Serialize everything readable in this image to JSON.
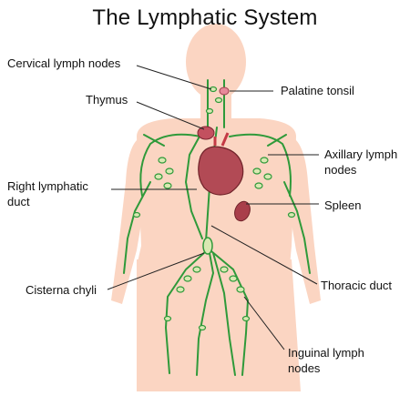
{
  "title": "The Lymphatic System",
  "colors": {
    "skin": "#fbd5c2",
    "lymph": "#2f9a3a",
    "node": "#d9e8b2",
    "heart": "#b24a55",
    "leader": "#222222"
  },
  "labels": {
    "cervical": "Cervical lymph nodes",
    "thymus": "Thymus",
    "palatine": "Palatine tonsil",
    "axillary_1": "Axillary lymph",
    "axillary_2": "nodes",
    "right_duct_1": "Right lymphatic",
    "right_duct_2": "duct",
    "spleen": "Spleen",
    "thoracic": "Thoracic duct",
    "cisterna": "Cisterna chyli",
    "inguinal_1": "Inguinal lymph",
    "inguinal_2": "nodes"
  }
}
